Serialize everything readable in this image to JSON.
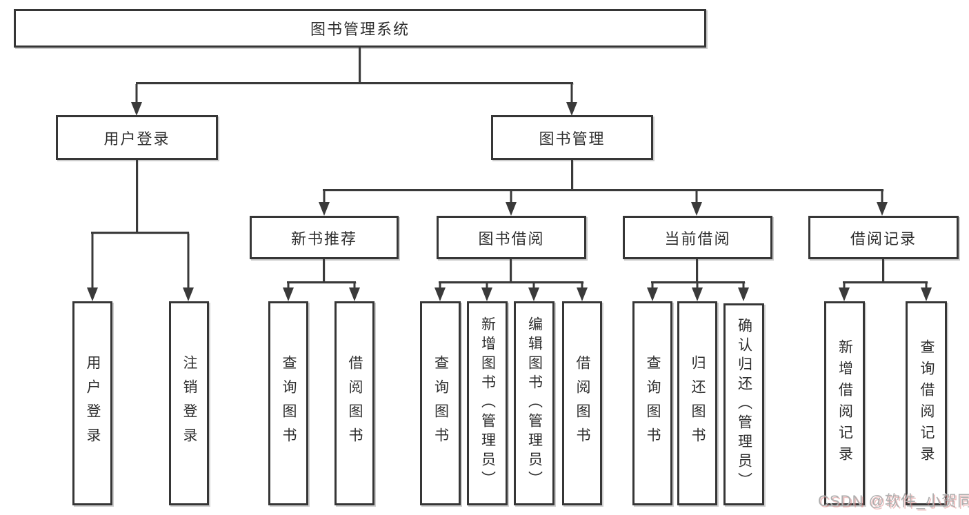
{
  "tree": {
    "root": "图书管理系统",
    "user_login": {
      "label": "用户登录",
      "children": [
        "用户登录",
        "注销登录"
      ]
    },
    "book_mgmt": {
      "label": "图书管理",
      "children": [
        {
          "label": "新书推荐",
          "children": [
            "查询图书",
            "借阅图书"
          ]
        },
        {
          "label": "图书借阅",
          "children": [
            "查询图书",
            "新增图书（管理员）",
            "编辑图书（管理员）",
            "借阅图书"
          ]
        },
        {
          "label": "当前借阅",
          "children": [
            "查询图书",
            "归还图书",
            "确认归还（管理员）"
          ]
        },
        {
          "label": "借阅记录",
          "children": [
            "新增借阅记录",
            "查询借阅记录"
          ]
        }
      ]
    }
  },
  "watermark": {
    "text": "CSDN @软件_小贺同学"
  },
  "colors": {
    "line": "#3a3a3a",
    "border": "#363636",
    "text": "#2d2d2d",
    "background": "#ffffff",
    "watermark": "#aeaeae"
  }
}
